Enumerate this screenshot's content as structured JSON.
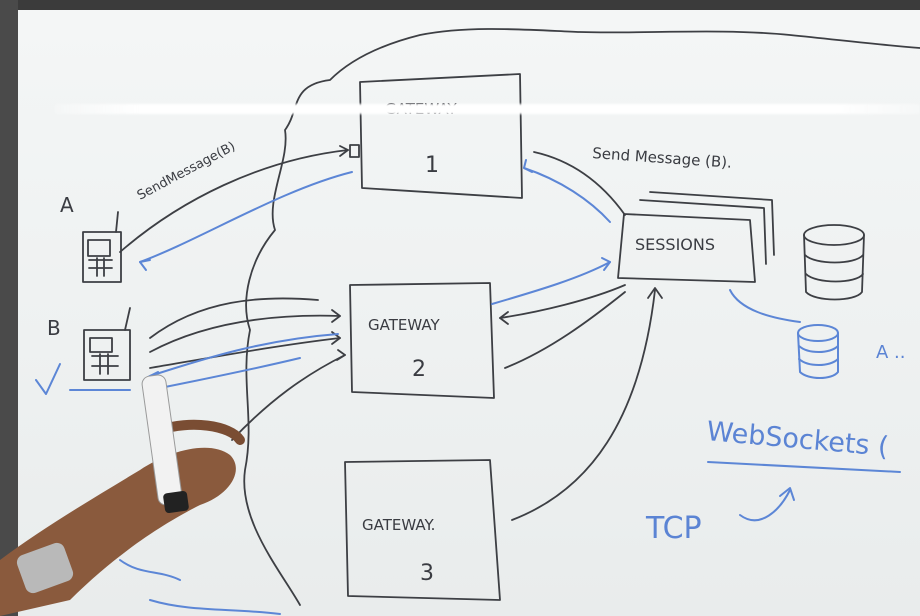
{
  "nodes": {
    "gateway_1": {
      "title": "GATEWAY",
      "number": "1"
    },
    "gateway_2": {
      "title": "GATEWAY",
      "number": "2"
    },
    "gateway_3": {
      "title": "GATEWAY.",
      "number": "3"
    },
    "sessions": {
      "label": "SESSIONS"
    },
    "client_a": {
      "label": "A"
    },
    "client_b": {
      "label": "B"
    }
  },
  "annotations": {
    "send_message_left": "SendMessage(B)",
    "send_message_right": "Send Message (B).",
    "websockets": "WebSockets (",
    "tcp": "TCP",
    "db_label": "A .."
  },
  "colors": {
    "ink": "#3d3f44",
    "blue_marker": "#5c86d6",
    "board": "#f1f3f3"
  }
}
